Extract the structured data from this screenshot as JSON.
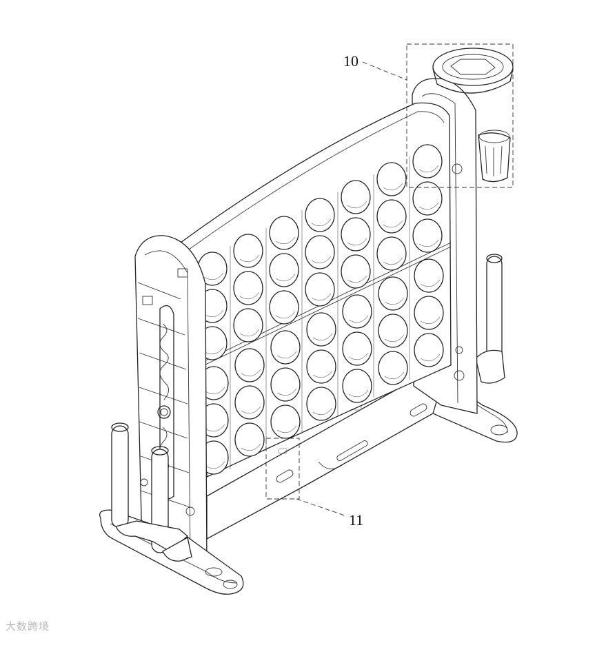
{
  "figure": {
    "callouts": [
      {
        "id": "callout-10",
        "label": "10"
      },
      {
        "id": "callout-11",
        "label": "11"
      }
    ],
    "watermark": "大数跨境",
    "grid": {
      "columns": 7,
      "rows": 6
    }
  }
}
